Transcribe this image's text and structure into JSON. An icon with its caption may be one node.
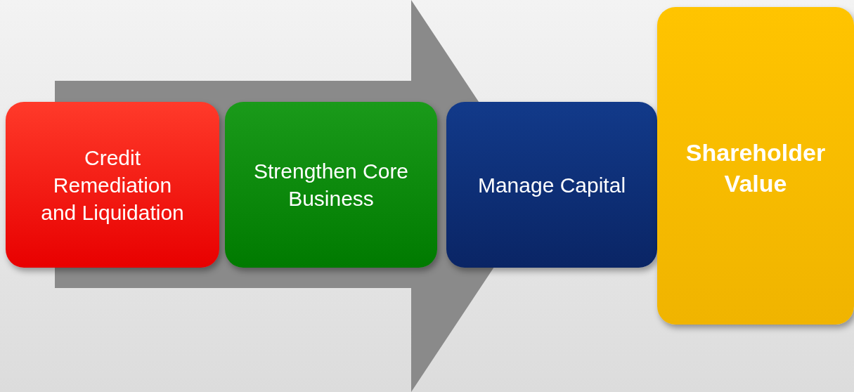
{
  "diagram": {
    "nodes": [
      {
        "text": [
          "Credit Remediation and Liquidation"
        ]
      },
      {
        "text": [
          "Strengthen Core Business"
        ]
      },
      {
        "text": [
          "Manage Capital"
        ]
      },
      {
        "text": [
          "Shareholder Value"
        ]
      }
    ],
    "edges": [
      {
        "from": 0,
        "to": 2,
        "arrow": "to"
      }
    ]
  }
}
